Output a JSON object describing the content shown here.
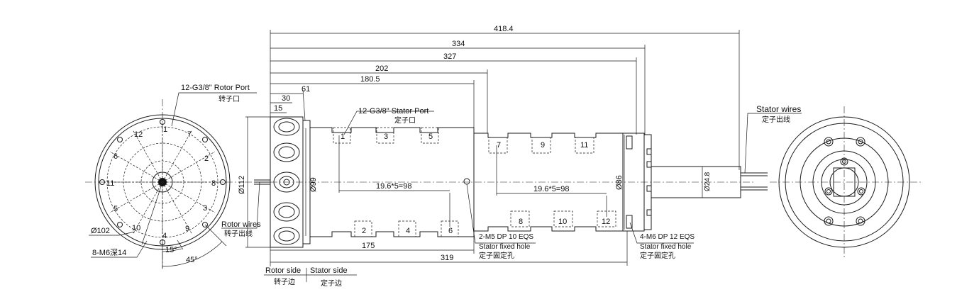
{
  "dimensions": {
    "d418": "418.4",
    "d334": "334",
    "d327": "327",
    "d202": "202",
    "d180": "180.5",
    "d61": "61",
    "d30": "30",
    "d15": "15",
    "d175": "175",
    "d319": "319",
    "pitch1": "19.6*5=98",
    "pitch2": "19.6*5=98",
    "dia112": "Ø112",
    "dia99": "Ø99",
    "dia86": "Ø86",
    "dia24": "Ø24.8",
    "dia102": "Ø102",
    "ang15": "15°",
    "ang45": "45°"
  },
  "labels": {
    "rotor_port_en": "12-G3/8\"  Rotor Port",
    "rotor_port_cn": "转子口",
    "stator_port_en": "12-G3/8\" Stator Port",
    "stator_port_cn": "定子口",
    "rotor_wires_en": "Rotor wires",
    "rotor_wires_cn": "转子出线",
    "stator_wires_en": "Stator wires",
    "stator_wires_cn": "定子出线",
    "m6_holes": "8-M6深14",
    "m5_holes": "2-M5 DP 10 EQS",
    "m5_fixed_en": "Stator fixed hole",
    "m5_fixed_cn": "定子固定孔",
    "m6_dp_holes": "4-M6 DP 12 EQS",
    "m6_fixed_en": "Stator fixed hole",
    "m6_fixed_cn": "定子固定孔",
    "rotor_side_en": "Rotor side",
    "rotor_side_cn": "转子边",
    "stator_side_en": "Stator side",
    "stator_side_cn": "定子边"
  },
  "end_view_ports": [
    "1",
    "2",
    "3",
    "4",
    "5",
    "6",
    "7",
    "8",
    "9",
    "10",
    "11",
    "12"
  ],
  "top_ports": [
    "1",
    "3",
    "5",
    "7",
    "9",
    "11"
  ],
  "bottom_ports": [
    "2",
    "4",
    "6",
    "8",
    "10",
    "12"
  ]
}
